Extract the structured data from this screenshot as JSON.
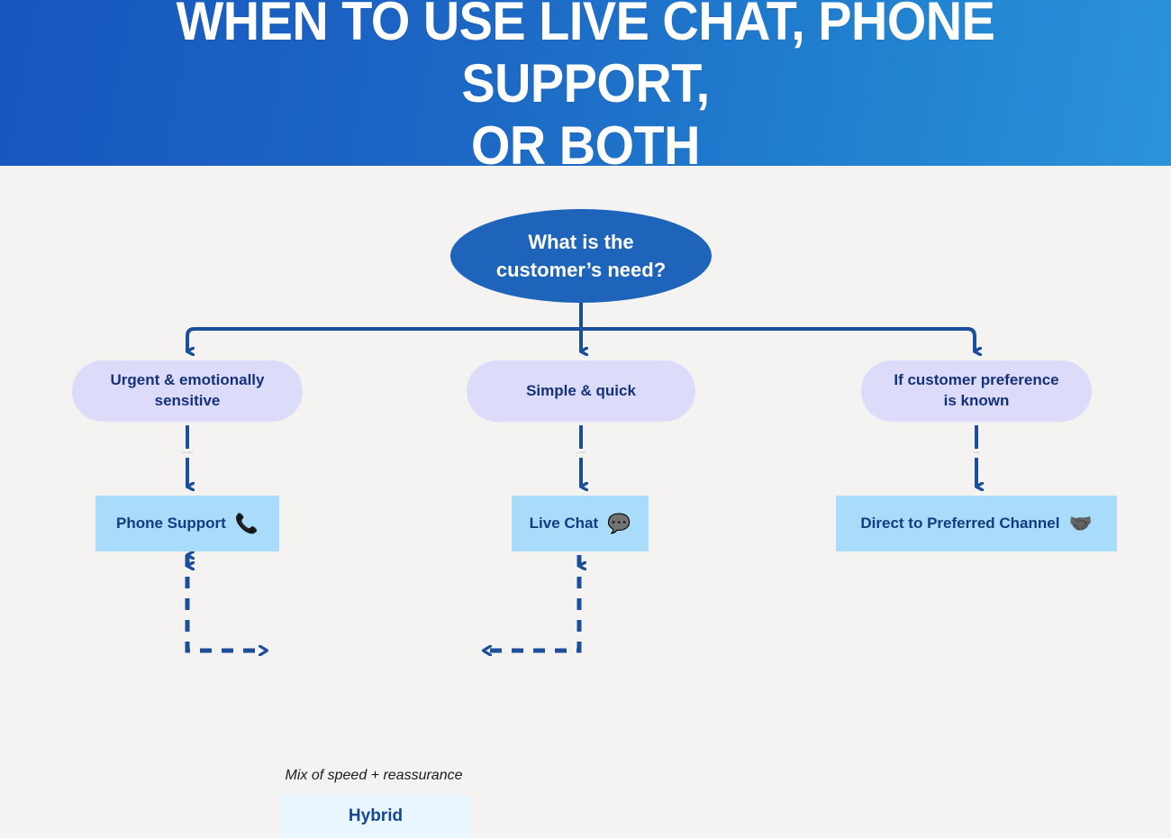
{
  "header": {
    "title": "WHEN TO USE LIVE CHAT, PHONE SUPPORT,\nOR BOTH",
    "gradient_from": "#1757BE",
    "gradient_to": "#2A93DB",
    "text_color": "#FFFFFF"
  },
  "theme": {
    "page_background": "#F4F3F2",
    "root_fill": "#1F64BB",
    "branch_fill": "#DCDCFA",
    "branch_text": "#14327A",
    "action_fill": "#A9DBFA",
    "action_text": "#133C84",
    "hybrid_fill": "#EAF6FE",
    "hybrid_text": "#16478F",
    "connector_color": "#1B4E9B"
  },
  "flowchart": {
    "type": "decision-tree",
    "root": {
      "label": "What is the\ncustomer’s need?",
      "shape": "ellipse"
    },
    "branches": [
      {
        "id": "urgent",
        "label": "Urgent & emotionally\nsensitive",
        "shape": "pill",
        "action": {
          "id": "phone-support",
          "label": "Phone Support",
          "icon": "phone-ringing-icon",
          "icon_glyph": "📞"
        }
      },
      {
        "id": "simple",
        "label": "Simple & quick",
        "shape": "pill",
        "action": {
          "id": "live-chat",
          "label": "Live Chat",
          "icon": "speech-bubbles-icon",
          "icon_glyph": "💬"
        }
      },
      {
        "id": "preference",
        "label": "If customer preference\nis known",
        "shape": "pill",
        "action": {
          "id": "preferred-channel",
          "label": "Direct to Preferred Channel",
          "icon": "handshake-icon",
          "icon_glyph": "🤝"
        }
      }
    ],
    "hybrid": {
      "label": "Hybrid",
      "note": "Mix of speed + reassurance",
      "connects": [
        "phone-support",
        "live-chat"
      ],
      "line_style": "dashed",
      "bidirectional": true
    },
    "micro_labels": {
      "urgent_to_phone": "escalate",
      "simple_to_chat": "resolve",
      "preference_to_channel": "route"
    }
  }
}
